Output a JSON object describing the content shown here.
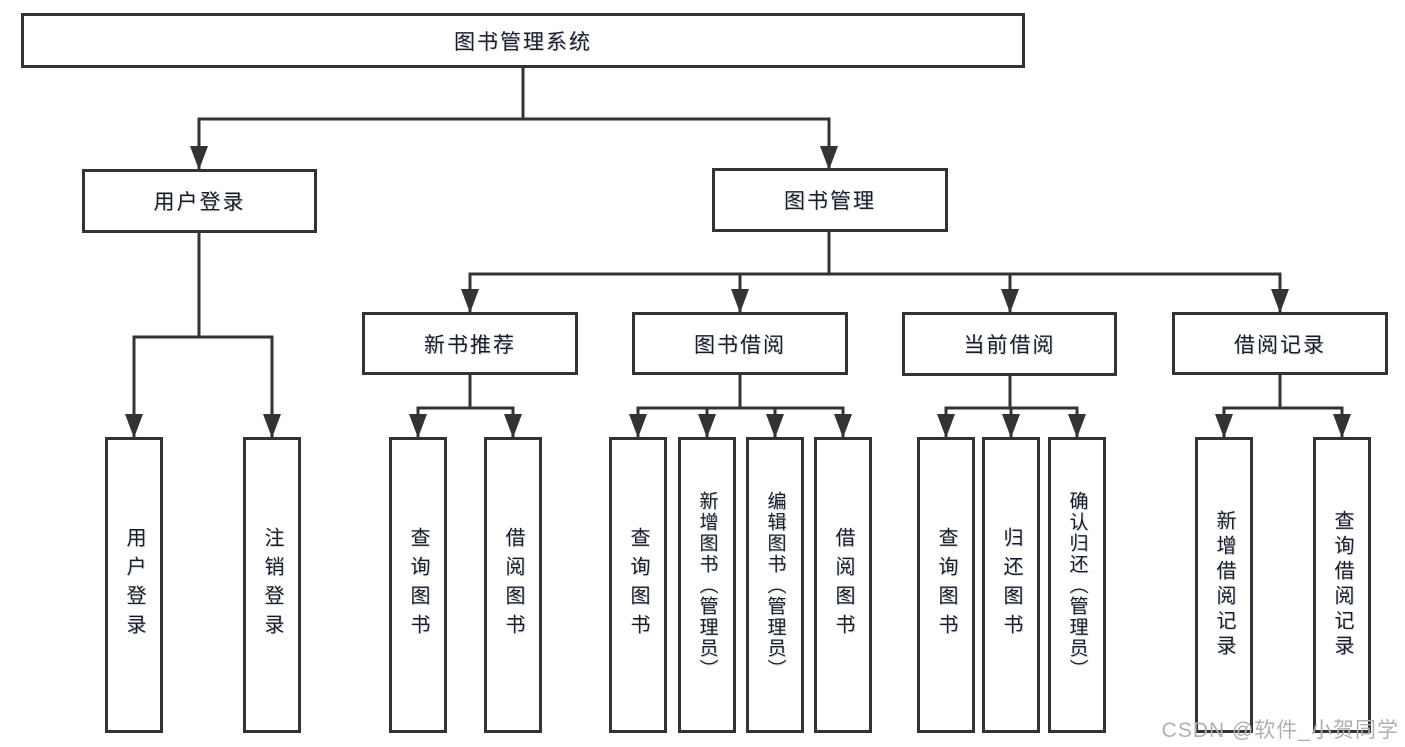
{
  "diagram_type": "hierarchy-tree",
  "colors": {
    "line": "#333333",
    "box_border": "#333333",
    "text": "#1d1d1f",
    "background": "#ffffff",
    "watermark": "#b0b0b0"
  },
  "tree": {
    "root": {
      "label": "图书管理系统"
    },
    "level2": [
      {
        "label": "用户登录",
        "children": [
          {
            "label": "用户登录"
          },
          {
            "label": "注销登录"
          }
        ]
      },
      {
        "label": "图书管理",
        "children": [
          {
            "label": "新书推荐",
            "children": [
              {
                "label": "查询图书"
              },
              {
                "label": "借阅图书"
              }
            ]
          },
          {
            "label": "图书借阅",
            "children": [
              {
                "label": "查询图书"
              },
              {
                "label": "新增图书（管理员）"
              },
              {
                "label": "编辑图书（管理员）"
              },
              {
                "label": "借阅图书"
              }
            ]
          },
          {
            "label": "当前借阅",
            "children": [
              {
                "label": "查询图书"
              },
              {
                "label": "归还图书"
              },
              {
                "label": "确认归还（管理员）"
              }
            ]
          },
          {
            "label": "借阅记录",
            "children": [
              {
                "label": "新增借阅记录"
              },
              {
                "label": "查询借阅记录"
              }
            ]
          }
        ]
      }
    ]
  },
  "watermark": "CSDN @软件_小贺同学"
}
